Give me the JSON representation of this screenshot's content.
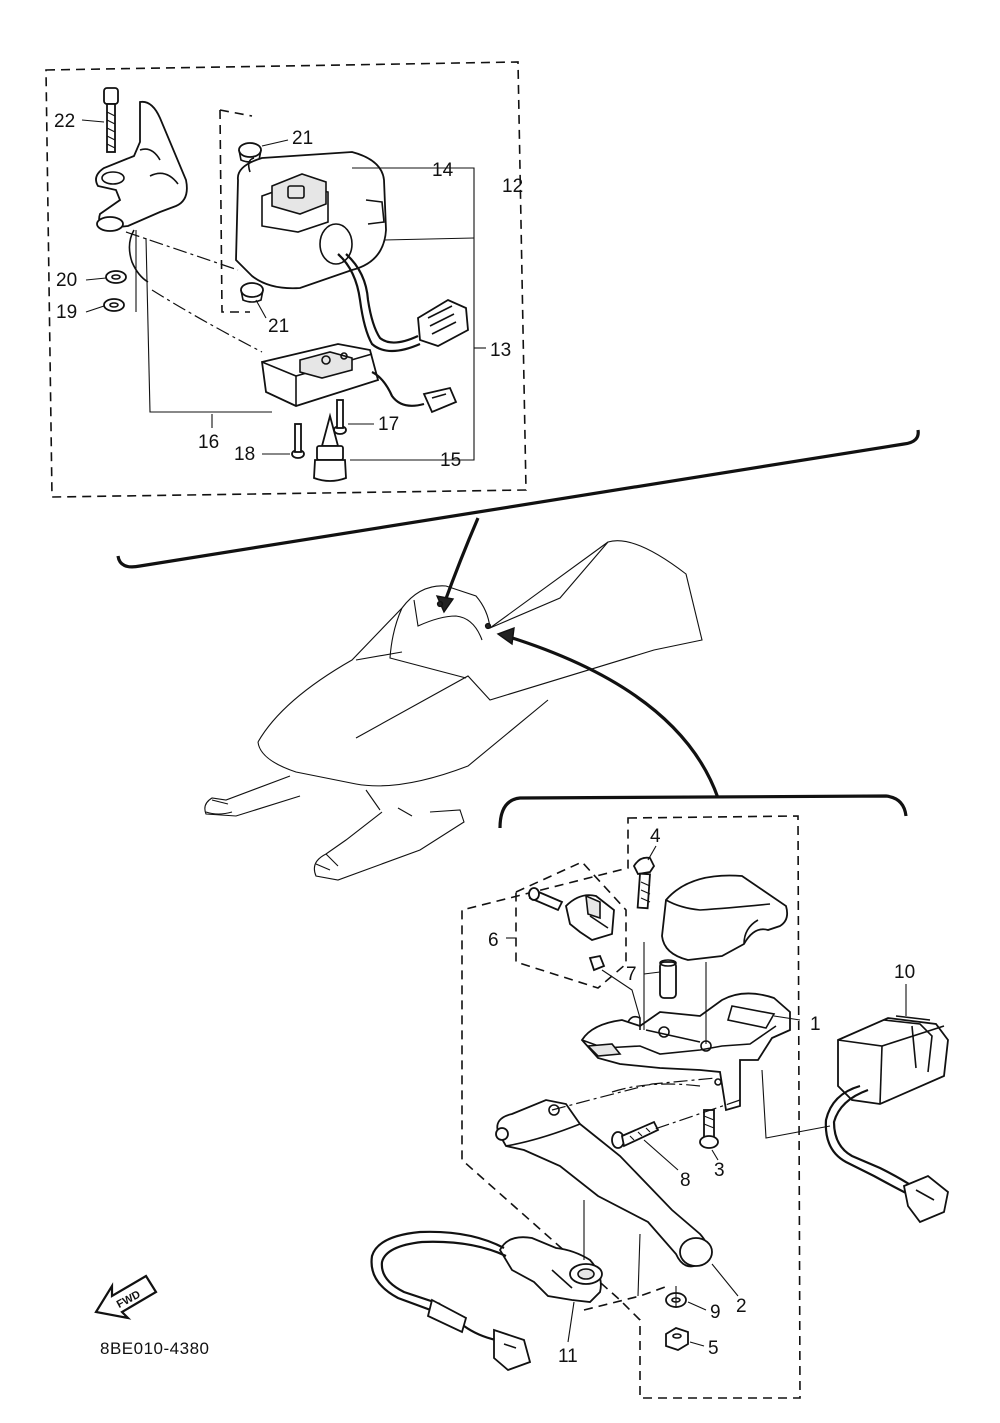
{
  "diagram": {
    "drawing_code": "8BE010-4380",
    "fwd_label": "FWD",
    "callouts": {
      "p1": "1",
      "p2": "2",
      "p3": "3",
      "p4": "4",
      "p5": "5",
      "p6": "6",
      "p7": "7",
      "p8": "8",
      "p9": "9",
      "p10": "10",
      "p11": "11",
      "p12": "12",
      "p13": "13",
      "p14": "14",
      "p15": "15",
      "p16": "16",
      "p17": "17",
      "p18": "18",
      "p19": "19",
      "p20": "20",
      "p21a": "21",
      "p21b": "21",
      "p22": "22"
    }
  }
}
